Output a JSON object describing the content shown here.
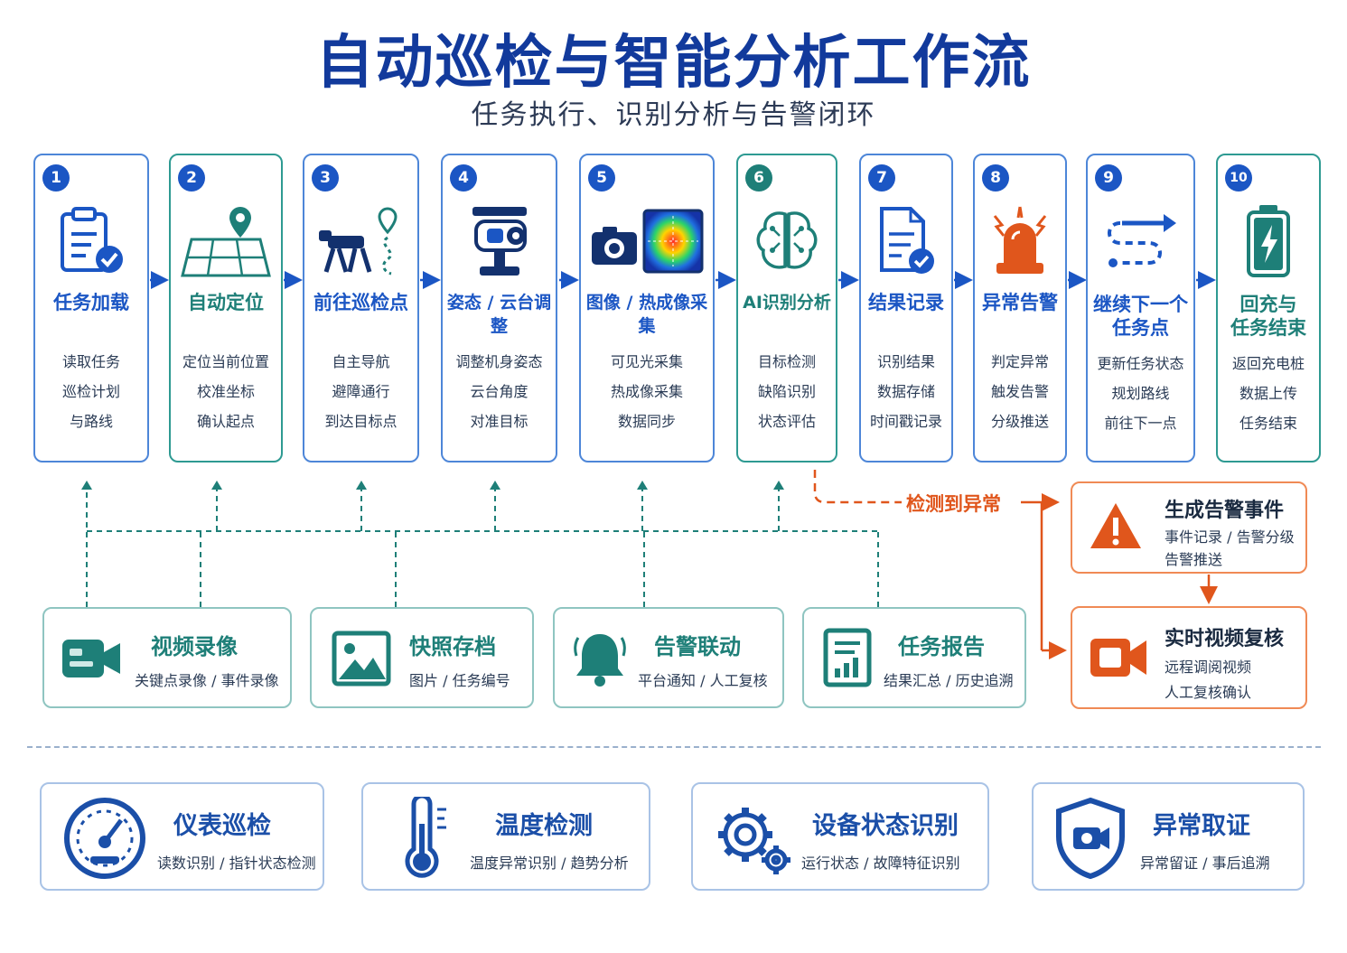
{
  "title": "自动巡检与智能分析工作流",
  "subtitle": "任务执行、识别分析与告警闭环",
  "steps": [
    {
      "num": "1",
      "title": "任务加载",
      "lines": [
        "读取任务",
        "巡检计划",
        "与路线"
      ],
      "icon": "clipboard-check-icon"
    },
    {
      "num": "2",
      "title": "自动定位",
      "lines": [
        "定位当前位置",
        "校准坐标",
        "确认起点"
      ],
      "icon": "map-pin-grid-icon"
    },
    {
      "num": "3",
      "title": "前往巡检点",
      "lines": [
        "自主导航",
        "避障通行",
        "到达目标点"
      ],
      "icon": "robot-dog-route-icon"
    },
    {
      "num": "4",
      "title": "姿态 / 云台调整",
      "lines": [
        "调整机身姿态",
        "云台角度",
        "对准目标"
      ],
      "icon": "ptz-camera-icon"
    },
    {
      "num": "5",
      "title": "图像 / 热成像采集",
      "lines": [
        "可见光采集",
        "热成像采集",
        "数据同步"
      ],
      "icon": "camera-thermal-icon"
    },
    {
      "num": "6",
      "title": "AI识别分析",
      "lines": [
        "目标检测",
        "缺陷识别",
        "状态评估"
      ],
      "icon": "ai-brain-icon"
    },
    {
      "num": "7",
      "title": "结果记录",
      "lines": [
        "识别结果",
        "数据存储",
        "时间戳记录"
      ],
      "icon": "document-check-icon"
    },
    {
      "num": "8",
      "title": "异常告警",
      "lines": [
        "判定异常",
        "触发告警",
        "分级推送"
      ],
      "icon": "alarm-siren-icon"
    },
    {
      "num": "9",
      "title": "继续下一个任务点",
      "title_line1": "继续下一个",
      "title_line2": "任务点",
      "lines": [
        "更新任务状态",
        "规划路线",
        "前往下一点"
      ],
      "icon": "route-arrow-icon"
    },
    {
      "num": "10",
      "title": "回充与任务结束",
      "title_line1": "回充与",
      "title_line2": "任务结束",
      "lines": [
        "返回充电桩",
        "数据上传",
        "任务结束"
      ],
      "icon": "battery-charging-icon"
    }
  ],
  "detect_label": "检测到异常",
  "alerts": [
    {
      "title": "生成告警事件",
      "lines": [
        "事件记录 / 告警分级",
        "告警推送"
      ],
      "icon": "warning-triangle-icon"
    },
    {
      "title": "实时视频复核",
      "lines": [
        "远程调阅视频",
        "人工复核确认"
      ],
      "icon": "video-review-icon"
    }
  ],
  "features": [
    {
      "title": "视频录像",
      "sub": "关键点录像 / 事件录像",
      "icon": "video-camera-icon"
    },
    {
      "title": "快照存档",
      "sub": "图片 / 任务编号",
      "icon": "image-icon"
    },
    {
      "title": "告警联动",
      "sub": "平台通知 / 人工复核",
      "icon": "bell-icon"
    },
    {
      "title": "任务报告",
      "sub": "结果汇总 / 历史追溯",
      "icon": "report-chart-icon"
    }
  ],
  "capabilities": [
    {
      "title": "仪表巡检",
      "sub": "读数识别 / 指针状态检测",
      "icon": "gauge-icon"
    },
    {
      "title": "温度检测",
      "sub": "温度异常识别 / 趋势分析",
      "icon": "thermometer-icon"
    },
    {
      "title": "设备状态识别",
      "sub": "运行状态 / 故障特征识别",
      "icon": "gears-icon"
    },
    {
      "title": "异常取证",
      "sub": "异常留证 / 事后追溯",
      "icon": "shield-camera-icon"
    }
  ],
  "colors": {
    "blue": "#1b56c4",
    "teal": "#1e7f78",
    "orange": "#e0561c",
    "title": "#123a9c"
  }
}
